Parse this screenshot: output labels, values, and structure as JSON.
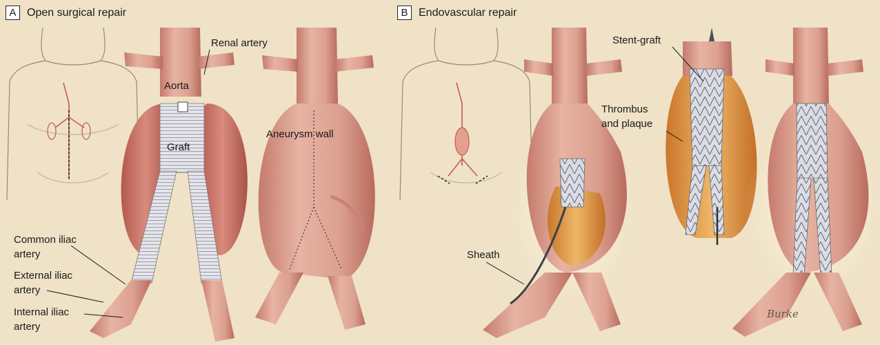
{
  "panels": [
    {
      "letter": "A",
      "title": "Open surgical repair"
    },
    {
      "letter": "B",
      "title": "Endovascular repair"
    }
  ],
  "labels": {
    "renal_artery": "Renal artery",
    "aorta": "Aorta",
    "graft": "Graft",
    "aneurysm_wall": "Aneurysm wall",
    "common_iliac": "Common iliac\nartery",
    "external_iliac": "External iliac\nartery",
    "internal_iliac": "Internal iliac\nartery",
    "stent_graft": "Stent-graft",
    "thrombus_plaque": "Thrombus\nand plaque",
    "sheath": "Sheath"
  },
  "signature": "Burke",
  "colors": {
    "background": "#efe2c6",
    "vessel": "#d99c8c",
    "aneurysm_sac": "#c7776a",
    "thrombus": "#d98d3a",
    "graft": "#dcdce2"
  }
}
